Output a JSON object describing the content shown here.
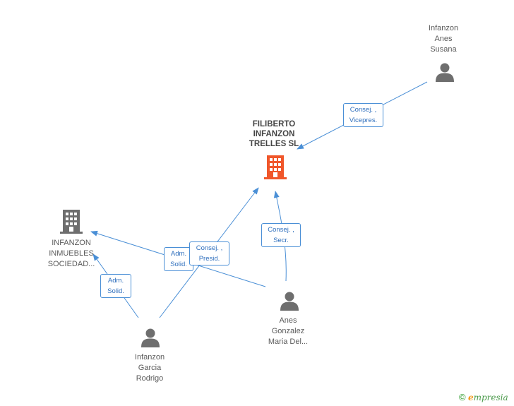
{
  "nodes": {
    "infanzon_anes_susana": {
      "lines": [
        "Infanzon",
        "Anes",
        "Susana"
      ]
    },
    "filiberto": {
      "lines": [
        "FILIBERTO",
        "INFANZON",
        "TRELLES SL"
      ]
    },
    "inmuebles": {
      "lines": [
        "INFANZON",
        "INMUEBLES",
        "SOCIEDAD..."
      ]
    },
    "anes_gonzalez": {
      "lines": [
        "Anes",
        "Gonzalez",
        "Maria Del..."
      ]
    },
    "infanzon_garcia": {
      "lines": [
        "Infanzon",
        "Garcia",
        "Rodrigo"
      ]
    }
  },
  "edges": {
    "susana_filiberto": {
      "lines": [
        "Consej. ,",
        "Vicepres."
      ]
    },
    "anes_filiberto": {
      "lines": [
        "Consej. ,",
        "Secr."
      ]
    },
    "garcia_filiberto": {
      "lines": [
        "Consej. ,",
        "Presid."
      ]
    },
    "anes_inmuebles": {
      "lines": [
        "Adm.",
        "Solid."
      ]
    },
    "garcia_inmuebles": {
      "lines": [
        "Adm.",
        "Solid."
      ]
    }
  },
  "brand": {
    "copyright": "©",
    "e": "e",
    "rest": "mpresia"
  },
  "colors": {
    "company_main": "#f0562a",
    "company_other": "#6e6e6e",
    "person": "#6e6e6e",
    "edge": "#4a8fd6"
  }
}
